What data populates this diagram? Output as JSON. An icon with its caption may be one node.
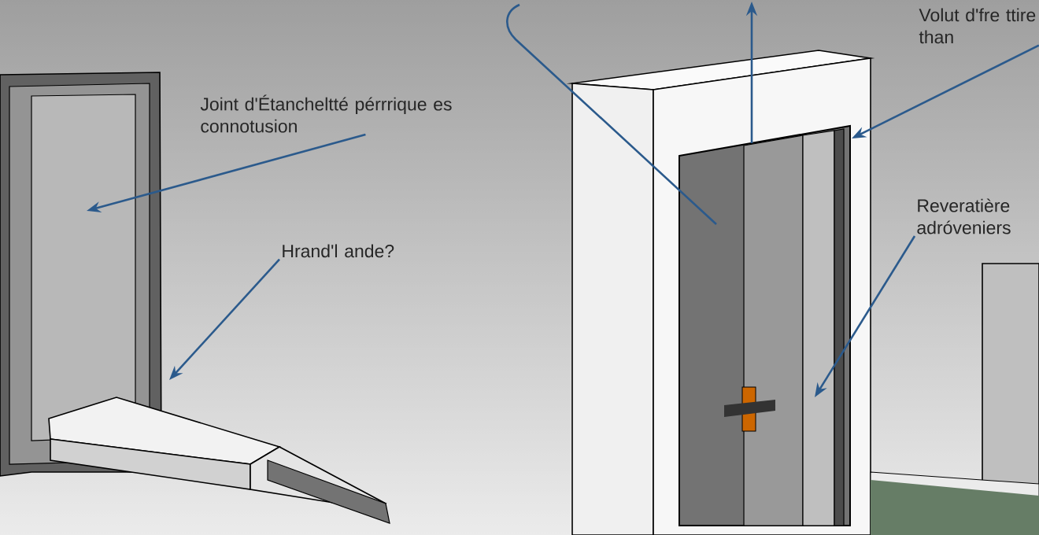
{
  "diagram": {
    "nodes": [
      {
        "text": [
          "Joint d'Étancheltté pérrrique es connotusion"
        ]
      },
      {
        "text": [
          "Hrand'l ande?"
        ]
      },
      {
        "text": [
          "Volut d'fre ttire than"
        ]
      },
      {
        "text": [
          "Reveratière adróveniers"
        ]
      }
    ],
    "edges": [
      {
        "from": 0,
        "to": null,
        "arrow": "to"
      },
      {
        "from": 1,
        "to": null,
        "arrow": "to"
      },
      {
        "from": 2,
        "to": null,
        "arrow": "to"
      },
      {
        "from": 3,
        "to": null,
        "arrow": "to"
      }
    ]
  }
}
